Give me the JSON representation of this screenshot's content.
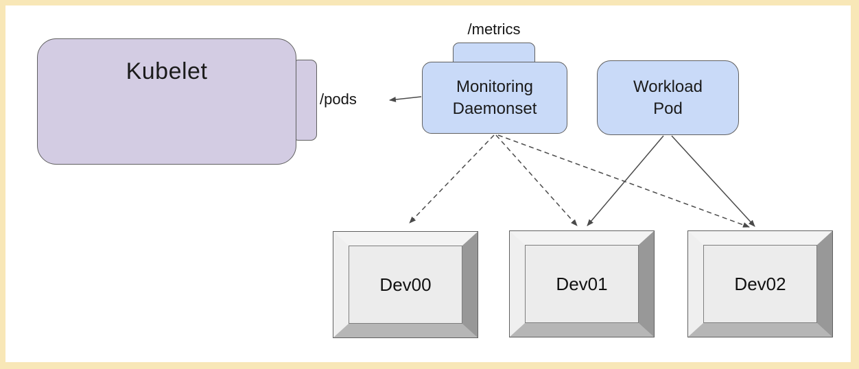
{
  "page": {
    "background": "#ffffff",
    "frame_color": "#f8e7b7",
    "line_color": "#4a4a4a"
  },
  "nodes": {
    "kubelet": {
      "label": "Kubelet",
      "fill": "#d3cce3",
      "port_label": "/pods"
    },
    "monitoring_daemonset": {
      "label_line1": "Monitoring",
      "label_line2": "Daemonset",
      "fill": "#c9daf8",
      "top_port_label": "/metrics"
    },
    "workload_pod": {
      "label_line1": "Workload",
      "label_line2": "Pod",
      "fill": "#c9daf8"
    },
    "devices": [
      {
        "label": "Dev00"
      },
      {
        "label": "Dev01"
      },
      {
        "label": "Dev02"
      }
    ]
  },
  "edges": [
    {
      "from": "monitoring_daemonset",
      "to": "kubelet./pods",
      "style": "solid-arrow"
    },
    {
      "from": "monitoring_daemonset",
      "to": "Dev00",
      "style": "dashed-arrow"
    },
    {
      "from": "monitoring_daemonset",
      "to": "Dev01",
      "style": "dashed-arrow"
    },
    {
      "from": "monitoring_daemonset",
      "to": "Dev02",
      "style": "dashed-arrow"
    },
    {
      "from": "workload_pod",
      "to": "Dev01",
      "style": "solid-arrow"
    },
    {
      "from": "workload_pod",
      "to": "Dev02",
      "style": "solid-arrow"
    }
  ]
}
